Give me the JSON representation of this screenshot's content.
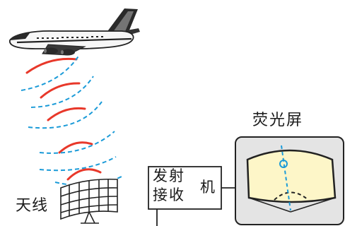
{
  "labels": {
    "antenna": "天线",
    "screen": "荧光屏",
    "transceiver_top": "发射",
    "transceiver_bottom": "接收",
    "transceiver_right": "机"
  },
  "colors": {
    "outgoing_wave": "#e8382a",
    "echo_wave": "#1b9bd8",
    "screen_panel": "#e4e4e4",
    "screen_face": "#fdf6c8",
    "line": "#1a1a1a"
  },
  "icons": {
    "aircraft": "airplane-icon",
    "antenna": "radar-antenna-icon"
  }
}
